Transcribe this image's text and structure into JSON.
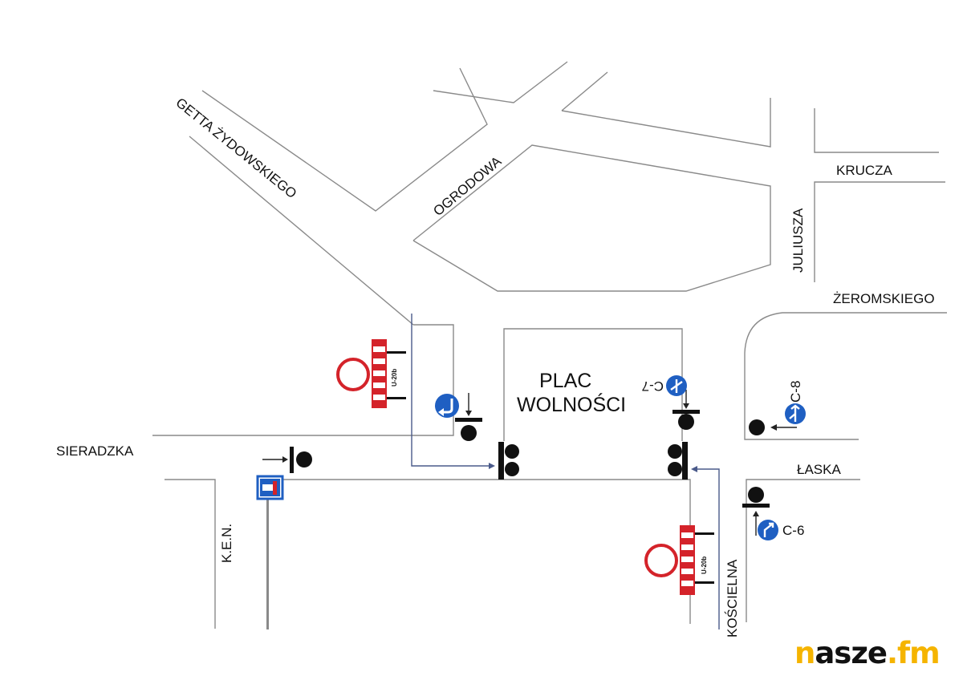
{
  "map": {
    "streets": {
      "getta": "GETTA ŻYDOWSKIEGO",
      "ogrodowa": "OGRODOWA",
      "krucza": "KRUCZA",
      "juliusza": "JULIUSZA",
      "zeromskiego": "ŻEROMSKIEGO",
      "sieradzka": "SIERADZKA",
      "laska": "ŁASKA",
      "ken": "K.E.N.",
      "koscielna": "KOŚCIELNA"
    },
    "square": {
      "line1": "PLAC",
      "line2": "WOLNOŚCI"
    },
    "signs": {
      "c7": "C-7",
      "c8": "C-8",
      "c6": "C-6",
      "u20b_top": "U-20b",
      "u20b_bottom": "U-20b"
    },
    "colors": {
      "road": "#8a8a8a",
      "sign_blue": "#1f5fc2",
      "sign_red": "#d4232a",
      "signal_black": "#111111",
      "arrow_blue": "#4a5a8a"
    }
  },
  "brand": {
    "logo_part1": "n",
    "logo_part2": "asze",
    "logo_part3": ".fm"
  }
}
